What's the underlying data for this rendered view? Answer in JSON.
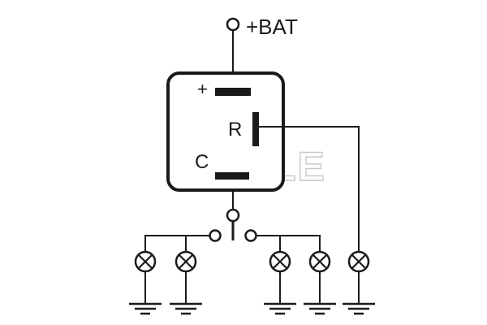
{
  "diagram": {
    "supply_label": "+BAT",
    "relay": {
      "plus_label": "+",
      "r_label": "R",
      "c_label": "C"
    },
    "watermark": "MAHLE",
    "lamp_count": 5,
    "ground_count": 5
  },
  "colors": {
    "ink": "#1a1a1a",
    "background": "#ffffff",
    "watermark": "#c8c8c8"
  }
}
